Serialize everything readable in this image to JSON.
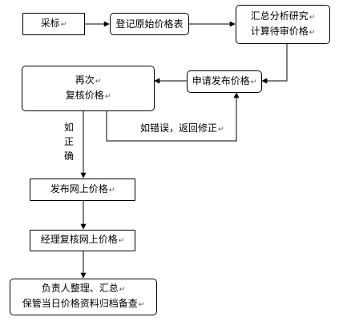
{
  "nodes": {
    "purchase": {
      "text": "采标"
    },
    "register": {
      "text": "登记原始价格表"
    },
    "analyze": {
      "line1": "汇总分析研究",
      "line2": "计算待审价格"
    },
    "apply": {
      "text": "申请发布价格"
    },
    "recheck": {
      "line1": "再次",
      "line2": "复核价格"
    },
    "publish": {
      "text": "发布网上价格"
    },
    "manager": {
      "text": "经理复核网上价格"
    },
    "archive": {
      "line1": "负责人整理、汇总",
      "line2": "保管当日价格资料归档备查"
    }
  },
  "labels": {
    "correct": [
      "如",
      "正",
      "确"
    ],
    "error": "如错误，返回修正"
  },
  "mark": "↵"
}
